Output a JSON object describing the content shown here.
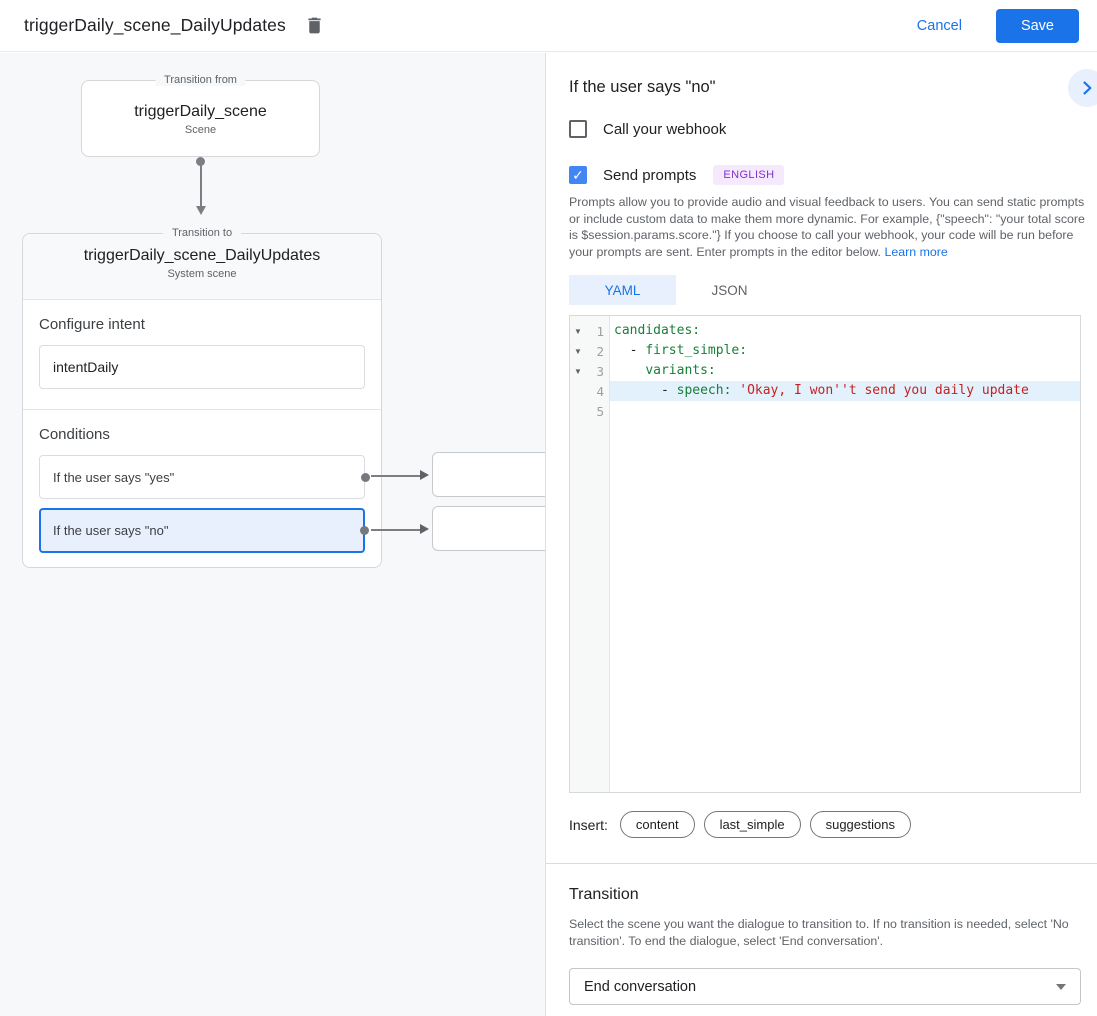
{
  "header": {
    "title": "triggerDaily_scene_DailyUpdates",
    "cancel_label": "Cancel",
    "save_label": "Save"
  },
  "colors": {
    "accent": "#1a73e8",
    "selected_condition_bg": "#e8f0fe",
    "checkbox_checked": "#4285f4",
    "badge_text": "#8430ce",
    "badge_bg": "#f5e9fd",
    "code_key": "#188038",
    "code_string": "#c5221f",
    "code_highlight_line": "#e3f1fd"
  },
  "flow": {
    "transition_from": {
      "label": "Transition from",
      "title": "triggerDaily_scene",
      "subtitle": "Scene"
    },
    "transition_to": {
      "label": "Transition to",
      "title": "triggerDaily_scene_DailyUpdates",
      "subtitle": "System scene"
    },
    "configure_intent": {
      "label": "Configure intent",
      "value": "intentDaily"
    },
    "conditions": {
      "label": "Conditions",
      "items": [
        {
          "label": "If the user says \"yes\"",
          "selected": false
        },
        {
          "label": "If the user says \"no\"",
          "selected": true
        }
      ]
    }
  },
  "panel": {
    "title": "If the user says \"no\"",
    "webhook": {
      "label": "Call your webhook",
      "checked": false
    },
    "prompts": {
      "label": "Send prompts",
      "checked": true,
      "check_glyph": "✓",
      "badge": "ENGLISH"
    },
    "description": "Prompts allow you to provide audio and visual feedback to users. You can send static prompts or include custom data to make them more dynamic. For example, {\"speech\": \"your total score is $session.params.score.\"} If you choose to call your webhook, your code will be run before your prompts are sent. Enter prompts in the editor below. ",
    "learn_more": "Learn more",
    "tabs": [
      {
        "label": "YAML",
        "active": true
      },
      {
        "label": "JSON",
        "active": false
      }
    ],
    "editor": {
      "lines": [
        {
          "num": 1,
          "fold_char": "▼",
          "tokens": [
            {
              "t": "key",
              "v": "candidates:"
            }
          ]
        },
        {
          "num": 2,
          "fold_char": "▼",
          "tokens": [
            {
              "t": "plain",
              "v": "  - "
            },
            {
              "t": "key",
              "v": "first_simple:"
            }
          ]
        },
        {
          "num": 3,
          "fold_char": "▼",
          "tokens": [
            {
              "t": "plain",
              "v": "    "
            },
            {
              "t": "key",
              "v": "variants:"
            }
          ]
        },
        {
          "num": 4,
          "fold_char": "",
          "highlight": true,
          "tokens": [
            {
              "t": "plain",
              "v": "      - "
            },
            {
              "t": "key",
              "v": "speech:"
            },
            {
              "t": "plain",
              "v": " "
            },
            {
              "t": "str",
              "v": "'Okay, I won''t send you daily update"
            }
          ]
        },
        {
          "num": 5,
          "fold_char": "",
          "tokens": []
        }
      ]
    },
    "insert": {
      "label": "Insert:",
      "chips": [
        "content",
        "last_simple",
        "suggestions"
      ]
    },
    "transition": {
      "title": "Transition",
      "description": "Select the scene you want the dialogue to transition to. If no transition is needed, select 'No transition'. To end the dialogue, select 'End conversation'.",
      "value": "End conversation"
    }
  }
}
